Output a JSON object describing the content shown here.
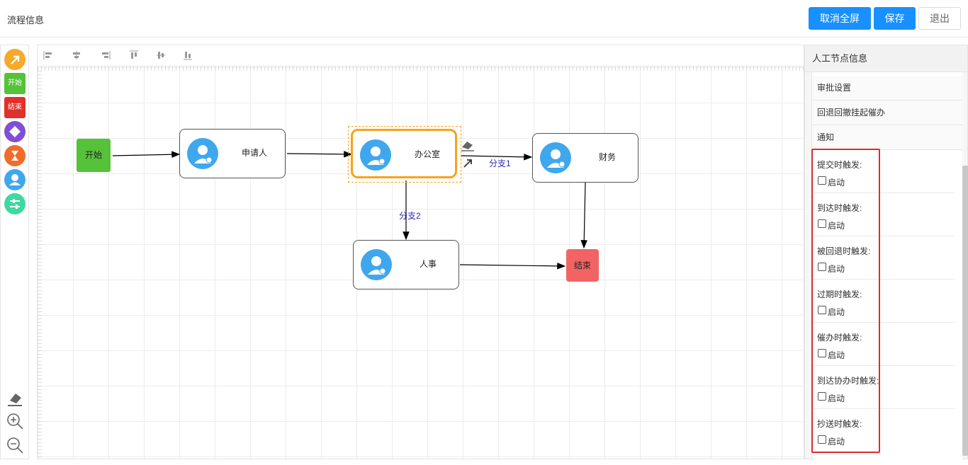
{
  "header": {
    "title": "流程信息",
    "exit_fullscreen_label": "取消全屏",
    "save_label": "保存",
    "quit_label": "退出"
  },
  "left_tools": {
    "start_label": "开始",
    "end_label": "结束"
  },
  "canvas": {
    "nodes": {
      "start": "开始",
      "applicant": "申请人",
      "office": "办公室",
      "finance": "财务",
      "hr": "人事",
      "end": "结束"
    },
    "edges": {
      "branch1": "分支1",
      "branch2": "分支2"
    }
  },
  "panel": {
    "title": "人工节点信息",
    "sections": [
      "审批设置",
      "回退回撤挂起催办",
      "通知"
    ],
    "triggers": [
      {
        "label": "提交时触发:",
        "checkbox_label": "启动"
      },
      {
        "label": "到达时触发:",
        "checkbox_label": "启动"
      },
      {
        "label": "被回退时触发:",
        "checkbox_label": "启动"
      },
      {
        "label": "过期时触发:",
        "checkbox_label": "启动"
      },
      {
        "label": "催办时触发:",
        "checkbox_label": "启动"
      },
      {
        "label": "到达协办时触发:",
        "checkbox_label": "启动"
      },
      {
        "label": "抄送时触发:",
        "checkbox_label": "启动"
      }
    ]
  },
  "colors": {
    "primary": "#1890ff",
    "start": "#55c23a",
    "end": "#f26464",
    "selected": "#f7a21b",
    "avatar": "#3fa7ee",
    "highlight_box": "#e02a2a"
  }
}
